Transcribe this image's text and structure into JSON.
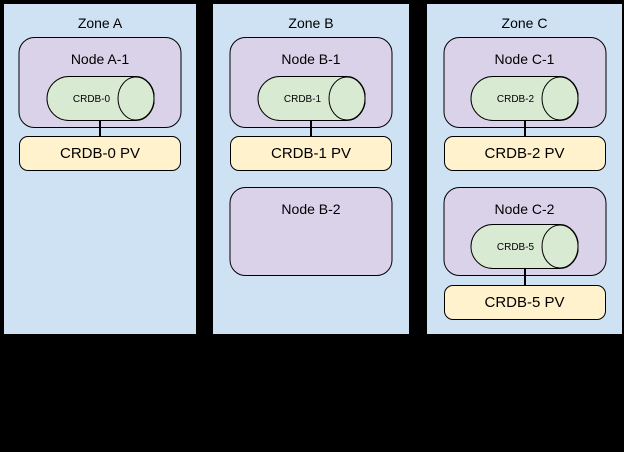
{
  "zones": [
    {
      "label": "Zone A",
      "nodes": [
        {
          "label": "Node A-1",
          "pod": "CRDB-0",
          "pv": "CRDB-0 PV"
        }
      ]
    },
    {
      "label": "Zone B",
      "nodes": [
        {
          "label": "Node B-1",
          "pod": "CRDB-1",
          "pv": "CRDB-1 PV"
        },
        {
          "label": "Node B-2"
        }
      ]
    },
    {
      "label": "Zone C",
      "nodes": [
        {
          "label": "Node C-1",
          "pod": "CRDB-2",
          "pv": "CRDB-2 PV"
        },
        {
          "label": "Node C-2",
          "pod": "CRDB-5",
          "pv": "CRDB-5 PV"
        }
      ]
    }
  ],
  "colors": {
    "background": "#000000",
    "zone_fill": "#cfe2f3",
    "node_fill": "#d9d2e9",
    "pod_fill": "#d9ead3",
    "pv_fill": "#fff2cc",
    "border": "#000000"
  }
}
